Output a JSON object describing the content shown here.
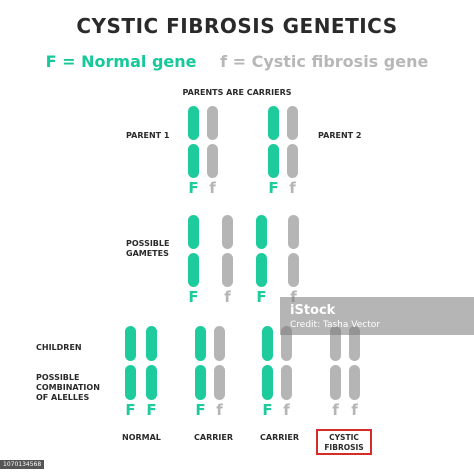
{
  "title": "CYSTIC FIBROSIS GENETICS",
  "legend": {
    "normal": "F = Normal gene",
    "cf": "f = Cystic fibrosis gene"
  },
  "labels": {
    "parents_are_carriers": "PARENTS ARE CARRIERS",
    "parent1": "PARENT 1",
    "parent2": "PARENT 2",
    "possible_gametes_1": "POSSIBLE",
    "possible_gametes_2": "GAMETES",
    "children": "CHILDREN",
    "combo_1": "POSSIBLE",
    "combo_2": "COMBINATION",
    "combo_3": "OF ALELLES"
  },
  "parents": [
    {
      "alleles": [
        "F",
        "f"
      ]
    },
    {
      "alleles": [
        "F",
        "f"
      ]
    }
  ],
  "gametes": [
    "F",
    "f",
    "F",
    "f"
  ],
  "children": [
    {
      "alleles": [
        "F",
        "F"
      ],
      "label": "NORMAL"
    },
    {
      "alleles": [
        "F",
        "f"
      ],
      "label": "CARRIER"
    },
    {
      "alleles": [
        "F",
        "f"
      ],
      "label": "CARRIER"
    },
    {
      "alleles": [
        "f",
        "f"
      ],
      "label_1": "CYSTIC",
      "label_2": "FIBROSIS"
    }
  ],
  "watermark": {
    "brand": "iStock",
    "credit": "Credit: Tasha Vector",
    "id": "1070134568"
  },
  "colors": {
    "normal": "#1ecb9c",
    "cf": "#b5b5b5",
    "highlight": "#d62b2b"
  }
}
